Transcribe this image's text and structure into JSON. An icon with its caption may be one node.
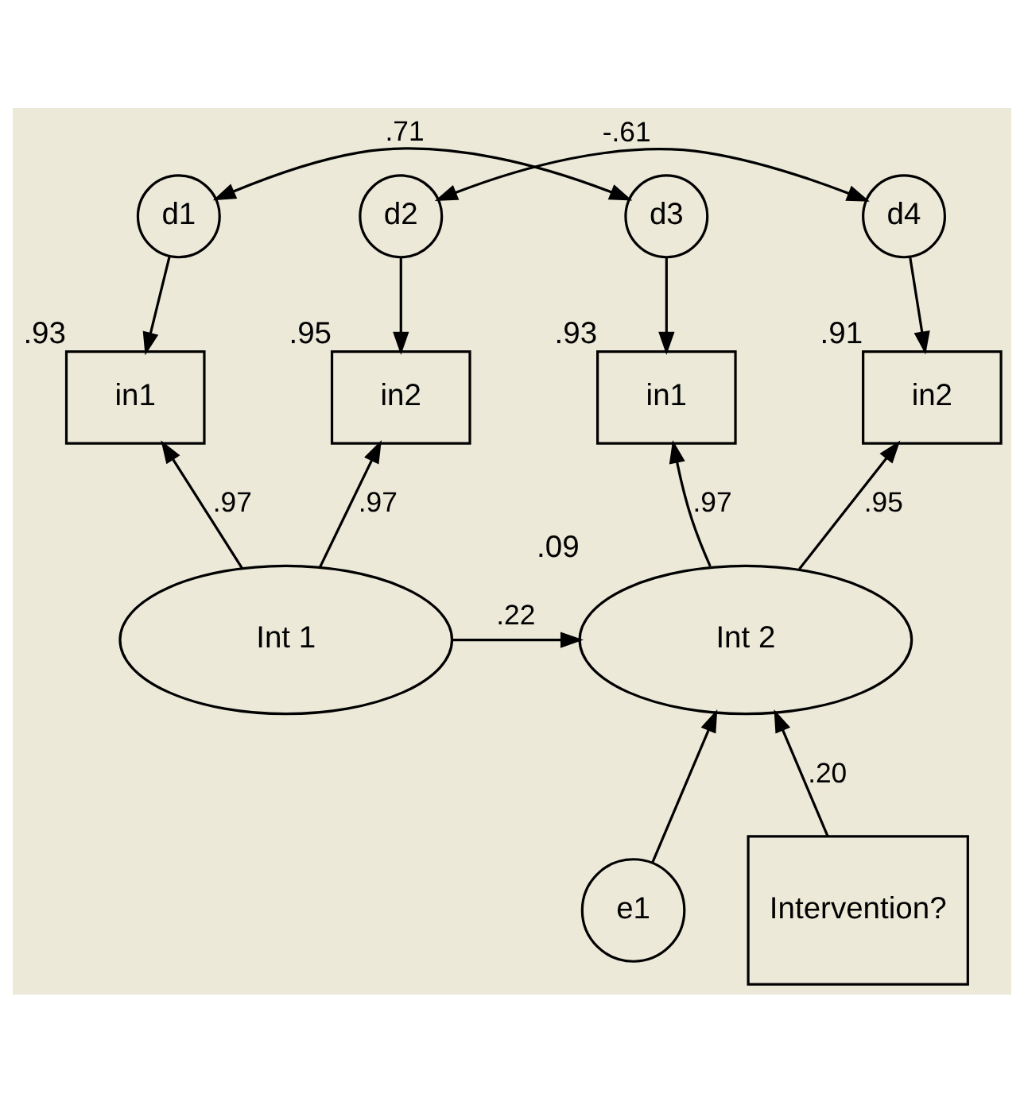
{
  "diagram": {
    "nodes": [
      {
        "text": [
          "d1"
        ]
      },
      {
        "text": [
          "d2"
        ]
      },
      {
        "text": [
          "d3"
        ]
      },
      {
        "text": [
          "d4"
        ]
      },
      {
        "text": [
          "in1"
        ],
        "beside": [
          ".93"
        ]
      },
      {
        "text": [
          "in2"
        ],
        "beside": [
          ".95"
        ]
      },
      {
        "text": [
          "in1"
        ],
        "beside": [
          ".93"
        ]
      },
      {
        "text": [
          "in2"
        ],
        "beside": [
          ".91"
        ]
      },
      {
        "text": [
          "Int 1"
        ]
      },
      {
        "text": [
          "Int 2"
        ],
        "beside": [
          ".09"
        ]
      },
      {
        "text": [
          "e1"
        ]
      },
      {
        "text": [
          "Intervention?"
        ]
      }
    ],
    "edges": [
      {
        "from": 0,
        "to": 4,
        "arrow": "to"
      },
      {
        "from": 1,
        "to": 5,
        "arrow": "to"
      },
      {
        "from": 2,
        "to": 6,
        "arrow": "to"
      },
      {
        "from": 3,
        "to": 7,
        "arrow": "to"
      },
      {
        "from": 8,
        "to": 4,
        "arrow": "to",
        "label": ".97"
      },
      {
        "from": 8,
        "to": 5,
        "arrow": "to",
        "label": ".97"
      },
      {
        "from": 9,
        "to": 6,
        "arrow": "to",
        "label": ".97"
      },
      {
        "from": 9,
        "to": 7,
        "arrow": "to",
        "label": ".95"
      },
      {
        "from": 8,
        "to": 9,
        "arrow": "to",
        "label": ".22"
      },
      {
        "from": 11,
        "to": 9,
        "arrow": "to",
        "label": ".20"
      },
      {
        "from": 10,
        "to": 9,
        "arrow": "to"
      },
      {
        "from": 0,
        "to": 2,
        "arrow": "both",
        "label": ".71"
      },
      {
        "from": 1,
        "to": 3,
        "arrow": "both",
        "label": "-.61"
      }
    ]
  }
}
